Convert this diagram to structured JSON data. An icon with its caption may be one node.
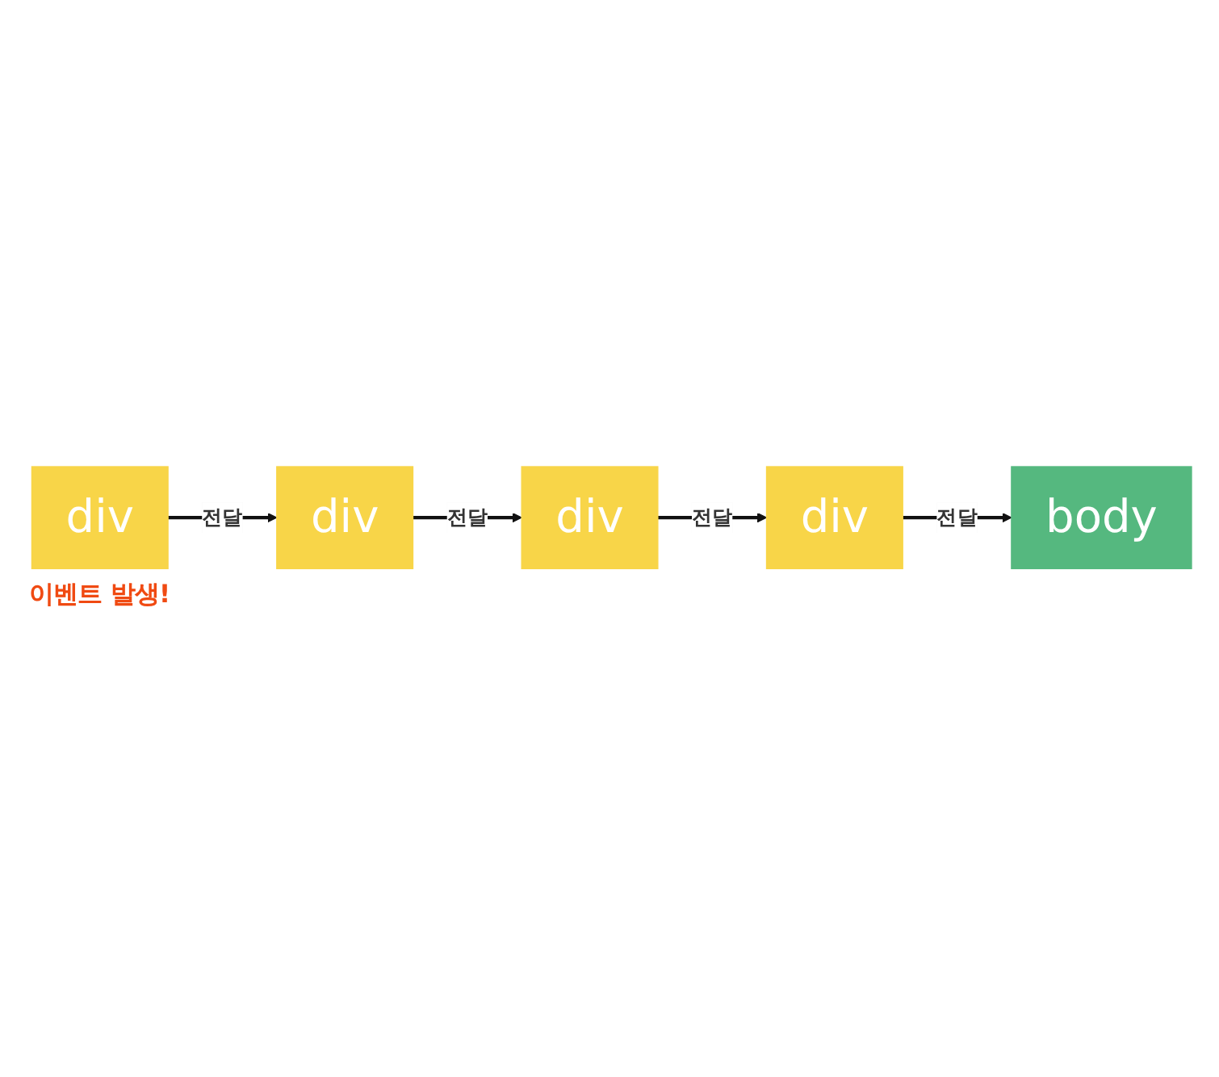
{
  "diagram": {
    "nodes": [
      {
        "text": [
          "div"
        ],
        "beside": [
          "이벤트 발생!"
        ]
      },
      {
        "text": [
          "div"
        ]
      },
      {
        "text": [
          "div"
        ]
      },
      {
        "text": [
          "div"
        ]
      },
      {
        "text": [
          "body"
        ]
      }
    ],
    "edges": [
      {
        "from": 0,
        "to": 1,
        "arrow": "to",
        "label": "전달"
      },
      {
        "from": 1,
        "to": 2,
        "arrow": "to",
        "label": "전달"
      },
      {
        "from": 2,
        "to": 3,
        "arrow": "to",
        "label": "전달"
      },
      {
        "from": 3,
        "to": 4,
        "arrow": "to",
        "label": "전달"
      }
    ]
  }
}
